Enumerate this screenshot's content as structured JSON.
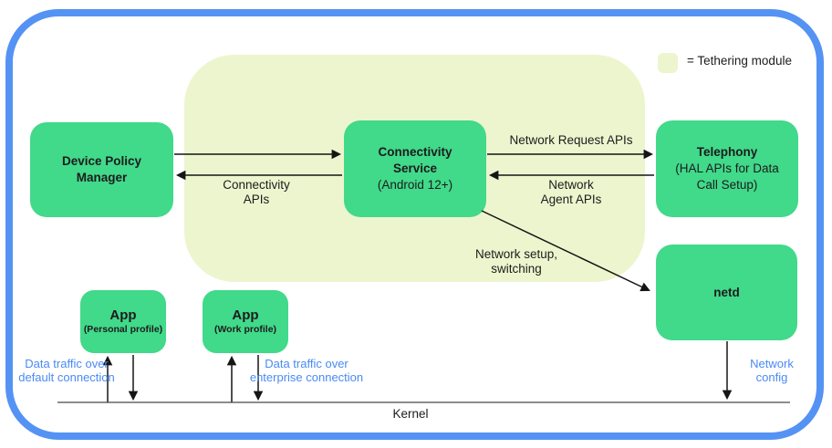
{
  "colors": {
    "node_green": "#41d98a",
    "module_bg": "#edf5ce",
    "frame_blue": "#5493f3",
    "label_blue": "#4a8af4"
  },
  "legend": {
    "label": "= Tethering module"
  },
  "nodes": {
    "dpm": {
      "title1": "Device Policy",
      "title2": "Manager"
    },
    "connectivity": {
      "title1": "Connectivity",
      "title2": "Service",
      "subtitle": "(Android 12+)"
    },
    "telephony": {
      "title": "Telephony",
      "subtitle1": "(HAL APIs for Data",
      "subtitle2": "Call Setup)"
    },
    "netd": {
      "title": "netd"
    },
    "app_personal": {
      "title": "App",
      "subtitle": "(Personal profile)"
    },
    "app_work": {
      "title": "App",
      "subtitle": "(Work profile)"
    }
  },
  "edge_labels": {
    "connectivity_apis": {
      "line1": "Connectivity",
      "line2": "APIs"
    },
    "network_request_apis": {
      "line1": "Network Request APIs"
    },
    "network_agent_apis": {
      "line1": "Network",
      "line2": "Agent APIs"
    },
    "network_setup_switching": {
      "line1": "Network setup,",
      "line2": "switching"
    },
    "data_traffic_default": {
      "line1": "Data traffic over",
      "line2": "default connection"
    },
    "data_traffic_enterprise": {
      "line1": "Data traffic over",
      "line2": "enterprise connection"
    },
    "network_config": {
      "line1": "Network",
      "line2": "config"
    }
  },
  "kernel": {
    "label": "Kernel"
  }
}
